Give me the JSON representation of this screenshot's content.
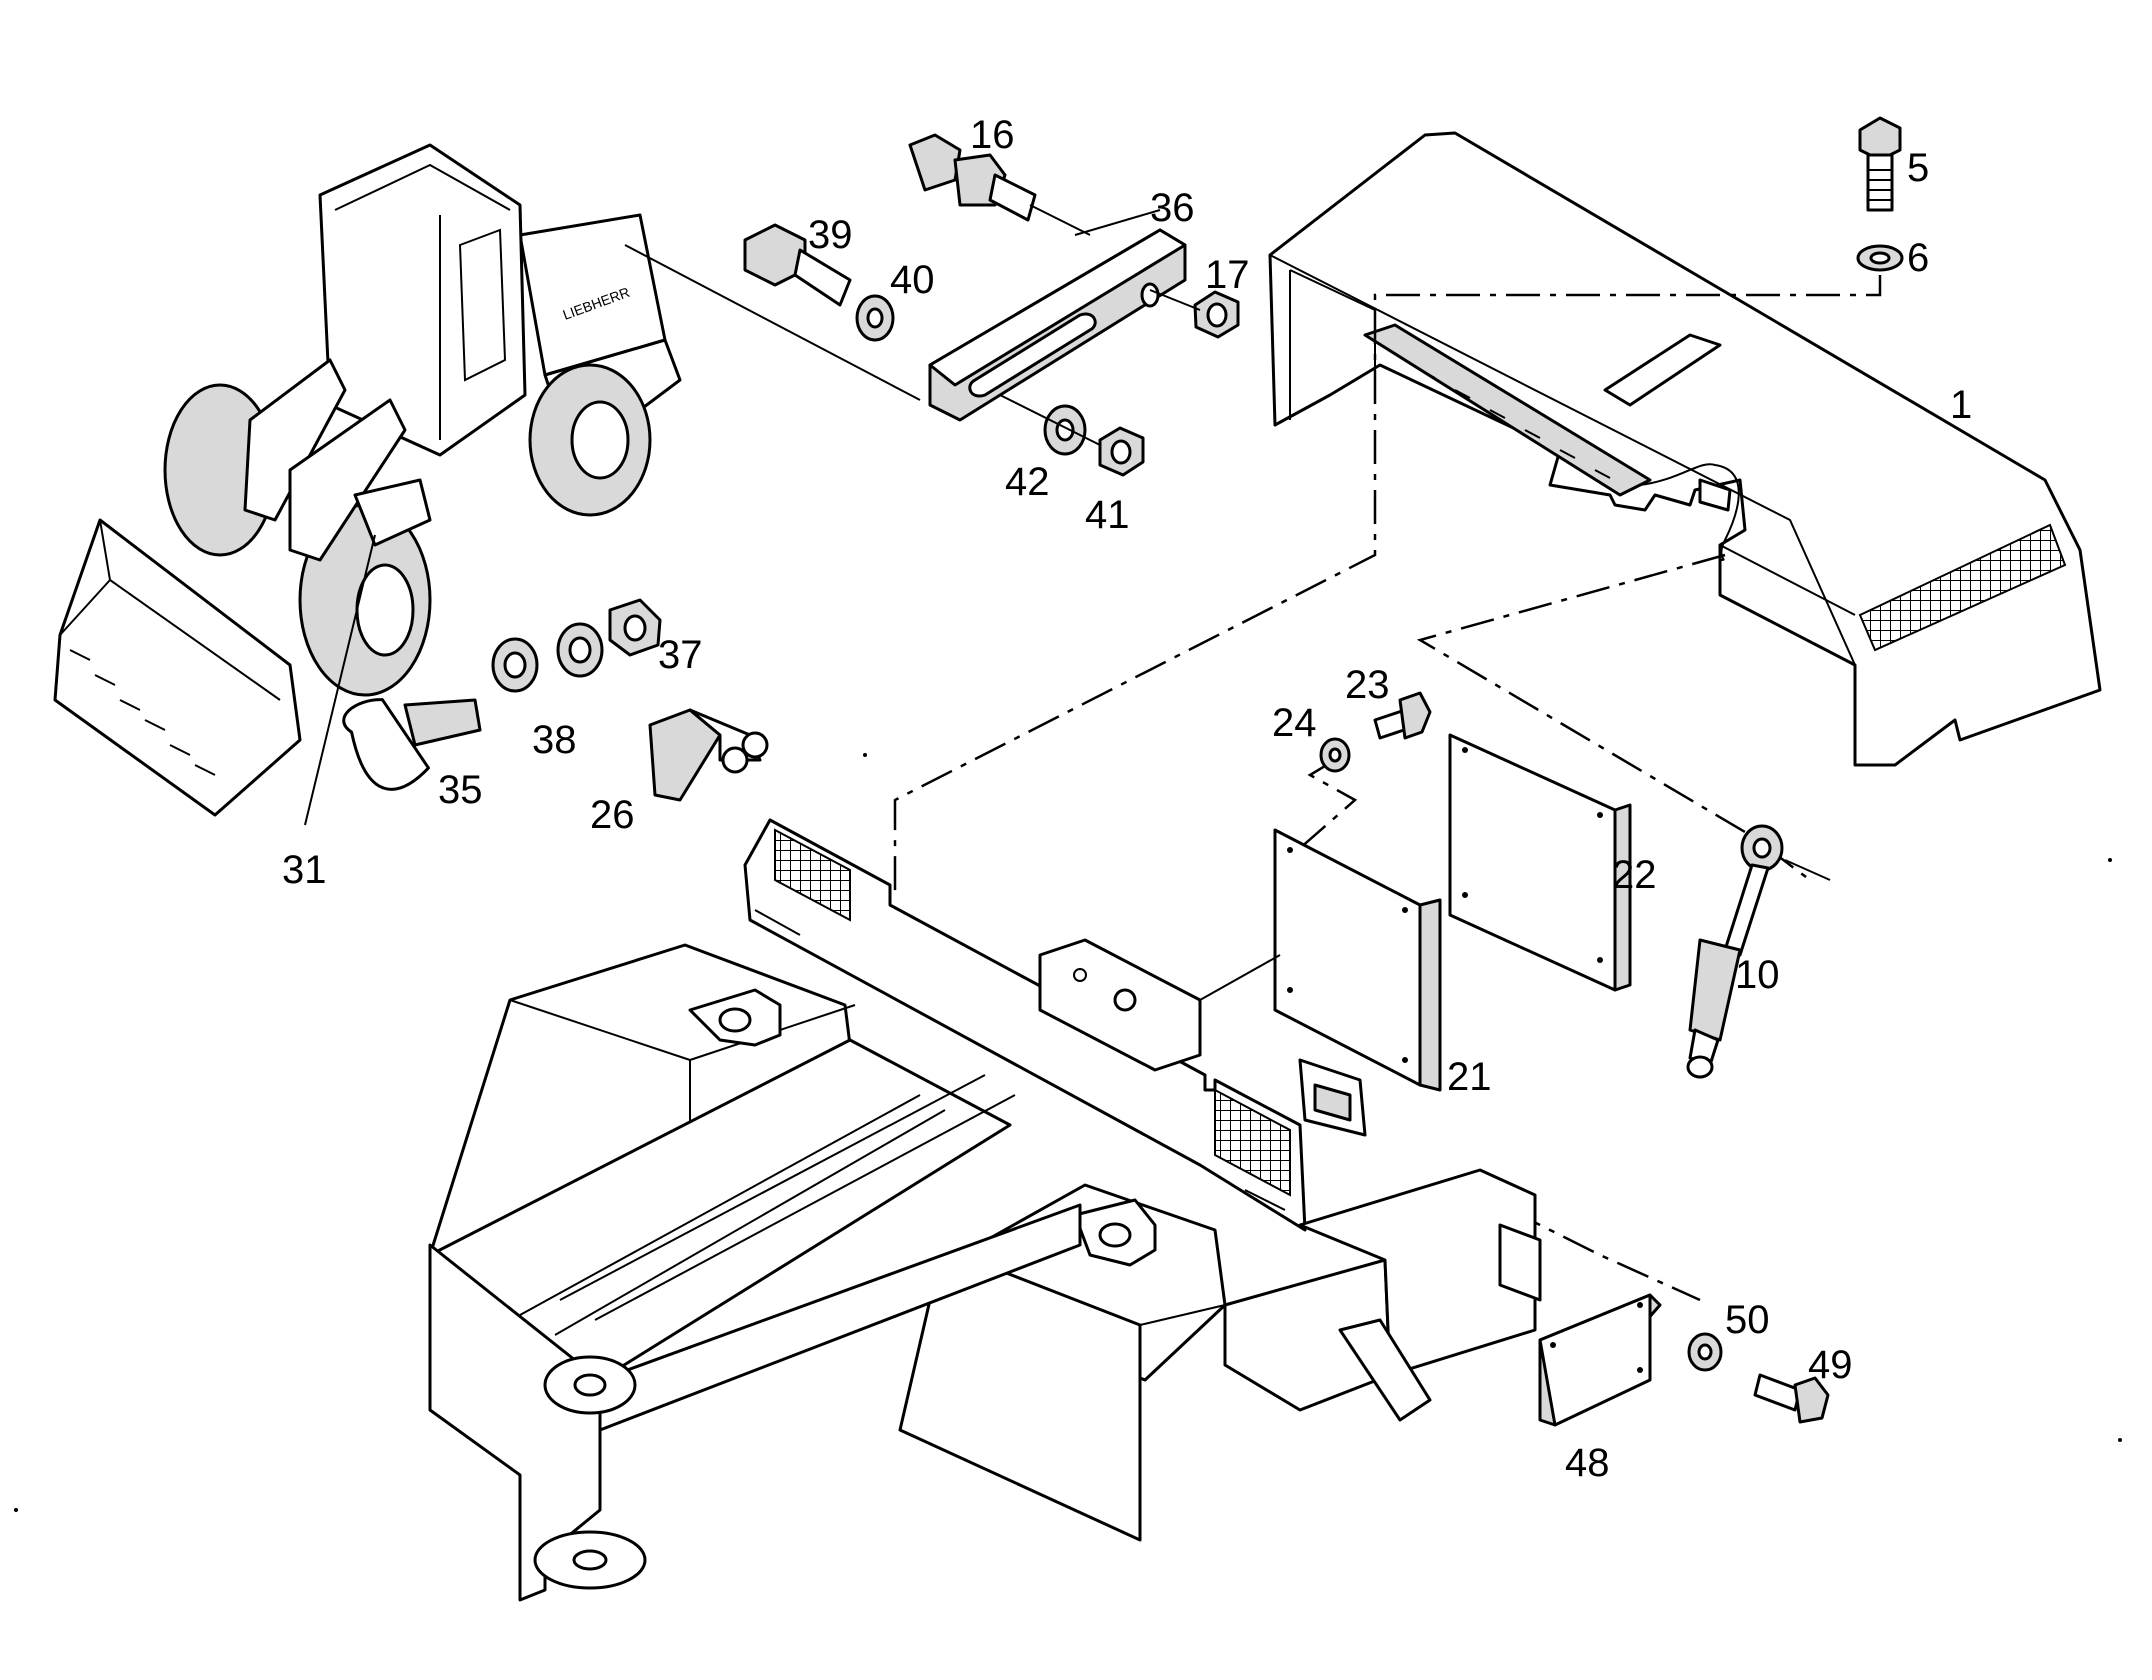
{
  "callouts": {
    "c1": "1",
    "c5": "5",
    "c6": "6",
    "c10": "10",
    "c16": "16",
    "c17": "17",
    "c21": "21",
    "c22": "22",
    "c23": "23",
    "c24": "24",
    "c26": "26",
    "c31": "31",
    "c35": "35",
    "c36": "36",
    "c37": "37",
    "c38": "38",
    "c39": "39",
    "c40": "40",
    "c41": "41",
    "c42": "42",
    "c48": "48",
    "c49": "49",
    "c50": "50"
  },
  "machine_brand": "LIEBHERR"
}
